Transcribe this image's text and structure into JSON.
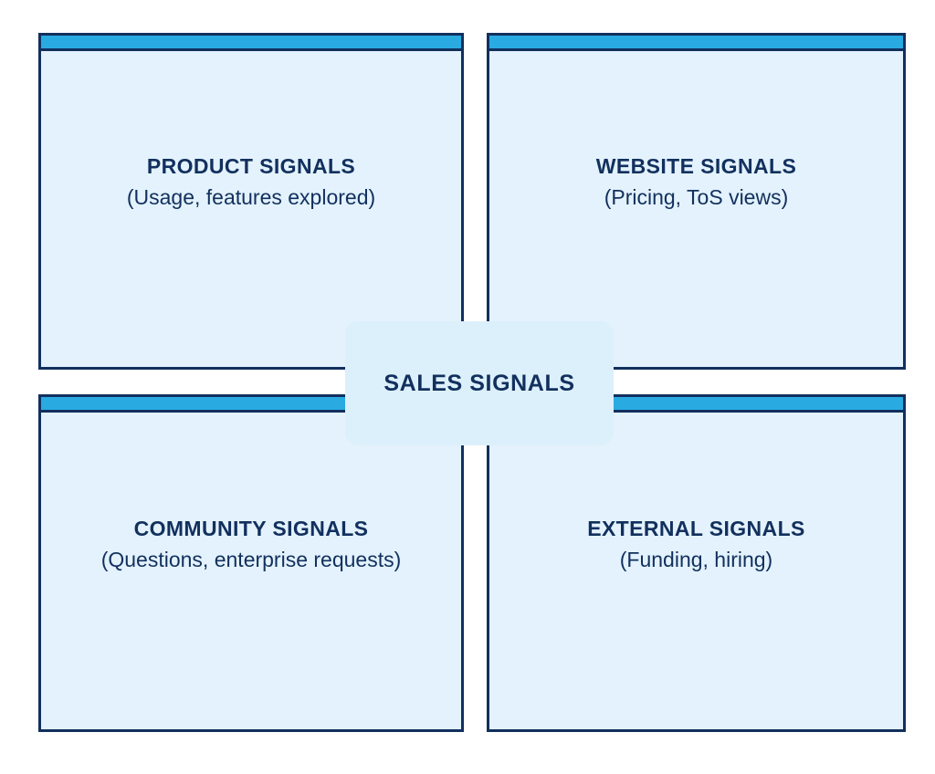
{
  "diagram": {
    "center": {
      "label": "SALES SIGNALS"
    },
    "colors": {
      "page_background": "#FFFFFF",
      "accent_bar": "#29ABE2",
      "border": "#12305E",
      "box_fill": "#E3F2FC",
      "center_fill": "#DCF0FB",
      "text": "#12305E"
    },
    "quadrants": [
      {
        "id": "product",
        "position": "top-left",
        "title": "PRODUCT SIGNALS",
        "subtitle": "(Usage, features explored)"
      },
      {
        "id": "website",
        "position": "top-right",
        "title": "WEBSITE SIGNALS",
        "subtitle": "(Pricing, ToS views)"
      },
      {
        "id": "community",
        "position": "bottom-left",
        "title": "COMMUNITY SIGNALS",
        "subtitle": "(Questions, enterprise requests)"
      },
      {
        "id": "external",
        "position": "bottom-right",
        "title": "EXTERNAL SIGNALS",
        "subtitle": "(Funding, hiring)"
      }
    ]
  }
}
